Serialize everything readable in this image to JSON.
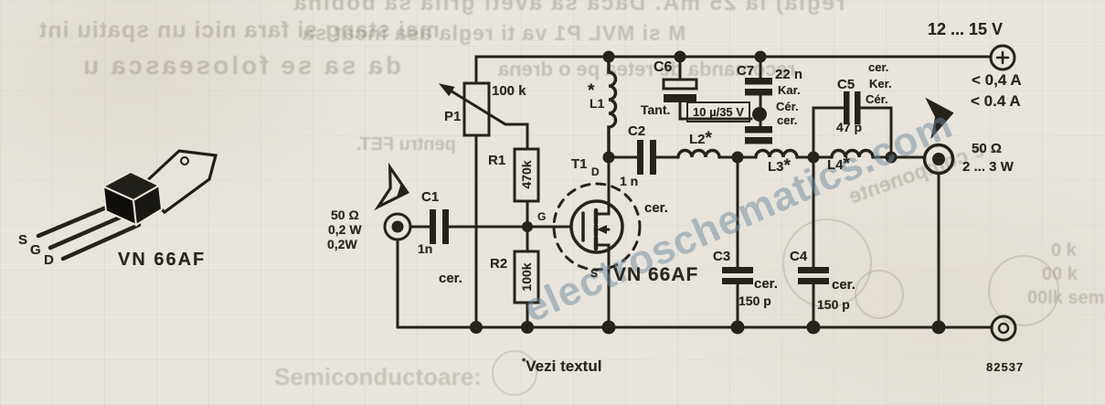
{
  "package": {
    "pin_s": "S",
    "pin_g": "G",
    "pin_d": "D",
    "part": "VN 66AF"
  },
  "input": {
    "impedance": "50 Ω",
    "power_a": "0,2 W",
    "power_b": "0,2W"
  },
  "supply": {
    "voltage": "12 ... 15 V",
    "plus": "+",
    "current_a": "< 0,4 A",
    "current_b": "< 0.4 A"
  },
  "output": {
    "impedance": "50 Ω",
    "power": "2 ... 3 W"
  },
  "parts": {
    "p1": {
      "ref": "P1",
      "value": "100 k"
    },
    "r1": {
      "ref": "R1",
      "value": "470k"
    },
    "r2": {
      "ref": "R2",
      "value": "100k"
    },
    "c1": {
      "ref": "C1",
      "value": "1n",
      "note": "cer."
    },
    "c2": {
      "ref": "C2",
      "value": "1 n",
      "note": "cer."
    },
    "c3": {
      "ref": "C3",
      "value": "150 p",
      "note": "cer."
    },
    "c4": {
      "ref": "C4",
      "value": "150 p",
      "note": "cer."
    },
    "c5": {
      "ref": "C5",
      "value": "47 p",
      "note1": "cer.",
      "note2": "Ker.",
      "note3": "Cér."
    },
    "c6": {
      "ref": "C6",
      "value": "10 µ/35 V",
      "note": "Tant."
    },
    "c7": {
      "ref": "C7",
      "value": "22 n",
      "note1": "Kar.",
      "note2": "Cér.",
      "note3": "cer."
    },
    "l1": {
      "ref": "L1",
      "star": "*"
    },
    "l2": {
      "ref": "L2",
      "star": "*"
    },
    "l3": {
      "ref": "L3",
      "star": "*"
    },
    "l4": {
      "ref": "L4",
      "star": "*"
    },
    "t1": {
      "ref": "T1",
      "part": "VN 66AF",
      "pin_d": "D",
      "pin_g": "G",
      "pin_s": "S"
    }
  },
  "notes": {
    "footnote_star": "*",
    "footnote": "Vezi textul",
    "figure_number": "82537"
  },
  "watermark": {
    "text": "electroschematics.com",
    "color": "#7b93a4"
  },
  "ghost": [
    {
      "text": "regla) la 25 mA. Daca sa aveti grila sa bobina"
    },
    {
      "text": "M si MVL P1 va ti regla asa incat sa"
    },
    {
      "text": "mai stang si fara nici un spatiu int"
    },
    {
      "text": "da sa se foloseasca u"
    },
    {
      "text": "recomanda de retea pe o drena"
    },
    {
      "text": "pentru FET."
    },
    {
      "text": "e componente"
    },
    {
      "text": "Semiconductoare:"
    },
    {
      "text": "0 k"
    },
    {
      "text": "00 k"
    },
    {
      "text": "00lk sem"
    }
  ]
}
